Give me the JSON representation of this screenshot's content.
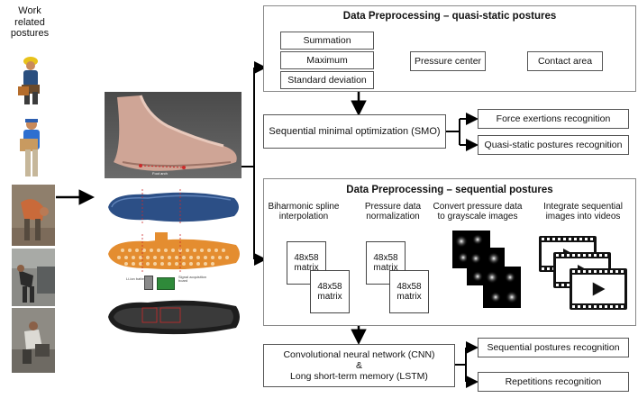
{
  "left_column": {
    "title": "Work related\npostures"
  },
  "insole_labels": {
    "foot_arch": "Foot arch",
    "battery": "Li-ion battery",
    "signal_board": "Signal acquisition\nboard"
  },
  "top_panel": {
    "title": "Data Preprocessing  –  quasi-static postures",
    "summation": "Summation",
    "maximum": "Maximum",
    "standard_deviation": "Standard deviation",
    "pressure_center": "Pressure center",
    "contact_area": "Contact area"
  },
  "smo": {
    "label": "Sequential minimal optimization (SMO)",
    "force_output": "Force exertions recognition",
    "quasi_output": "Quasi-static postures recognition"
  },
  "seq_panel": {
    "title": "Data Preprocessing  –  sequential postures",
    "steps": [
      "Biharmonic spline\ninterpolation",
      "Pressure data\nnormalization",
      "Convert pressure data\nto grayscale images",
      "Integrate sequential\nimages into videos"
    ],
    "matrix_label": "48x58\nmatrix"
  },
  "cnn": {
    "label": "Convolutional neural network (CNN)\n&\nLong short-term memory (LSTM)",
    "seq_output": "Sequential postures recognition",
    "rep_output": "Repetitions recognition"
  }
}
